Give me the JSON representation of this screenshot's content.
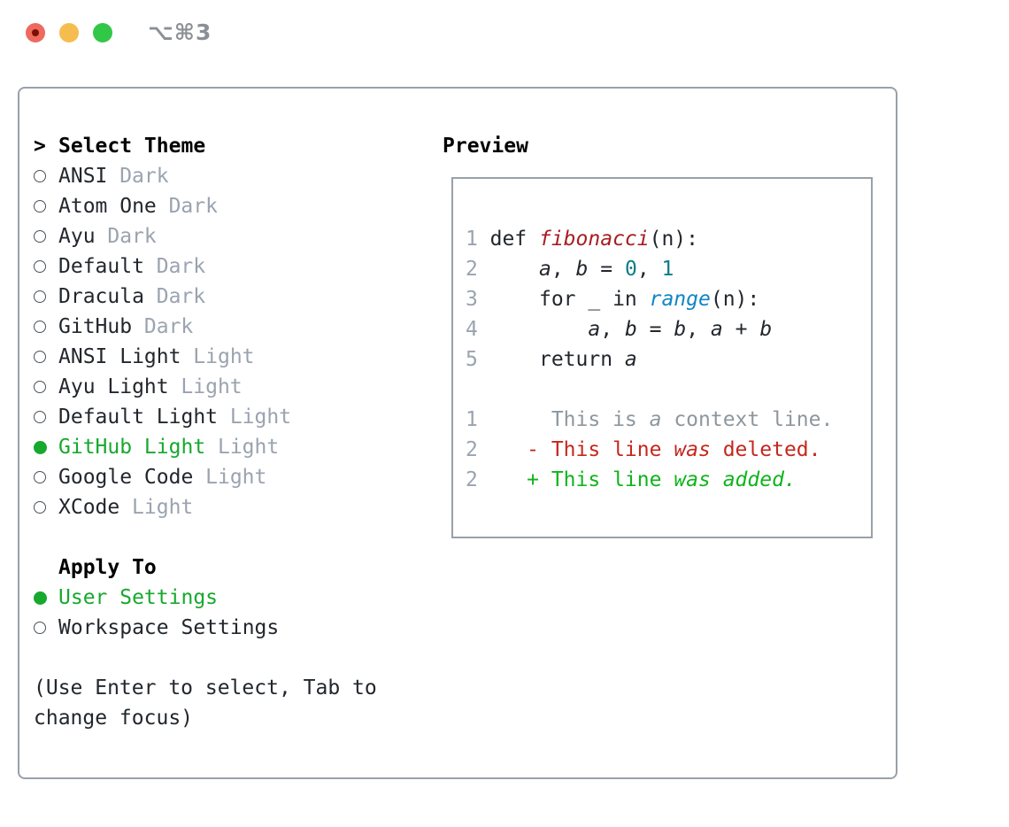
{
  "titlebar": {
    "title": "⌥⌘3"
  },
  "colors": {
    "traffic_red": "#ed6a5e",
    "traffic_yellow": "#f5bd4f",
    "traffic_green": "#33c748",
    "accent_green": "#17a82e",
    "diff_added": "#0fb41c",
    "diff_removed": "#c5271d",
    "func_red": "#a81d22",
    "num_teal": "#0e7c86",
    "builtin_blue": "#0f86c5",
    "fg": "#22272d",
    "muted": "#9aa3af",
    "context": "#8e979e",
    "border": "#98a1aa"
  },
  "theme_menu": {
    "prompt": ">",
    "title": "Select Theme",
    "items": [
      {
        "name": "ANSI",
        "variant": "Dark",
        "selected": false
      },
      {
        "name": "Atom One",
        "variant": "Dark",
        "selected": false
      },
      {
        "name": "Ayu",
        "variant": "Dark",
        "selected": false
      },
      {
        "name": "Default",
        "variant": "Dark",
        "selected": false
      },
      {
        "name": "Dracula",
        "variant": "Dark",
        "selected": false
      },
      {
        "name": "GitHub",
        "variant": "Dark",
        "selected": false
      },
      {
        "name": "ANSI Light",
        "variant": "Light",
        "selected": false
      },
      {
        "name": "Ayu Light",
        "variant": "Light",
        "selected": false
      },
      {
        "name": "Default Light",
        "variant": "Light",
        "selected": false
      },
      {
        "name": "GitHub Light",
        "variant": "Light",
        "selected": true
      },
      {
        "name": "Google Code",
        "variant": "Light",
        "selected": false
      },
      {
        "name": "XCode",
        "variant": "Light",
        "selected": false
      }
    ]
  },
  "apply_to": {
    "title": "Apply To",
    "options": [
      {
        "label": "User Settings",
        "selected": true
      },
      {
        "label": "Workspace Settings",
        "selected": false
      }
    ]
  },
  "help_text": "(Use Enter to select, Tab to\nchange focus)",
  "preview": {
    "title": "Preview",
    "lines": [
      {
        "ln": "",
        "segs": []
      },
      {
        "ln": "1",
        "segs": [
          {
            "t": "def ",
            "c": "fg"
          },
          {
            "t": "fibonacci",
            "c": "func_red",
            "i": true
          },
          {
            "t": "(n):",
            "c": "fg"
          }
        ]
      },
      {
        "ln": "2",
        "segs": [
          {
            "t": "    ",
            "c": "fg"
          },
          {
            "t": "a",
            "c": "fg",
            "i": true
          },
          {
            "t": ", ",
            "c": "fg"
          },
          {
            "t": "b",
            "c": "fg",
            "i": true
          },
          {
            "t": " = ",
            "c": "fg"
          },
          {
            "t": "0",
            "c": "num_teal"
          },
          {
            "t": ", ",
            "c": "fg"
          },
          {
            "t": "1",
            "c": "num_teal"
          }
        ]
      },
      {
        "ln": "3",
        "segs": [
          {
            "t": "    for _ in ",
            "c": "fg"
          },
          {
            "t": "range",
            "c": "builtin_blue",
            "i": true
          },
          {
            "t": "(n):",
            "c": "fg"
          }
        ]
      },
      {
        "ln": "4",
        "segs": [
          {
            "t": "        ",
            "c": "fg"
          },
          {
            "t": "a",
            "c": "fg",
            "i": true
          },
          {
            "t": ", ",
            "c": "fg"
          },
          {
            "t": "b",
            "c": "fg",
            "i": true
          },
          {
            "t": " = ",
            "c": "fg"
          },
          {
            "t": "b",
            "c": "fg",
            "i": true
          },
          {
            "t": ", ",
            "c": "fg"
          },
          {
            "t": "a",
            "c": "fg",
            "i": true
          },
          {
            "t": " + ",
            "c": "fg"
          },
          {
            "t": "b",
            "c": "fg",
            "i": true
          }
        ]
      },
      {
        "ln": "5",
        "segs": [
          {
            "t": "    return ",
            "c": "fg"
          },
          {
            "t": "a",
            "c": "fg",
            "i": true
          }
        ]
      },
      {
        "ln": "",
        "segs": []
      },
      {
        "ln": "1",
        "segs": [
          {
            "t": "     This is ",
            "c": "context"
          },
          {
            "t": "a",
            "c": "context",
            "i": true
          },
          {
            "t": " context line.",
            "c": "context"
          }
        ]
      },
      {
        "ln": "2",
        "segs": [
          {
            "t": "   - This line ",
            "c": "diff_removed"
          },
          {
            "t": "was",
            "c": "diff_removed",
            "i": true
          },
          {
            "t": " deleted.",
            "c": "diff_removed"
          }
        ]
      },
      {
        "ln": "2",
        "segs": [
          {
            "t": "   + This line ",
            "c": "diff_added"
          },
          {
            "t": "was added.",
            "c": "diff_added",
            "i": true
          }
        ]
      }
    ]
  }
}
